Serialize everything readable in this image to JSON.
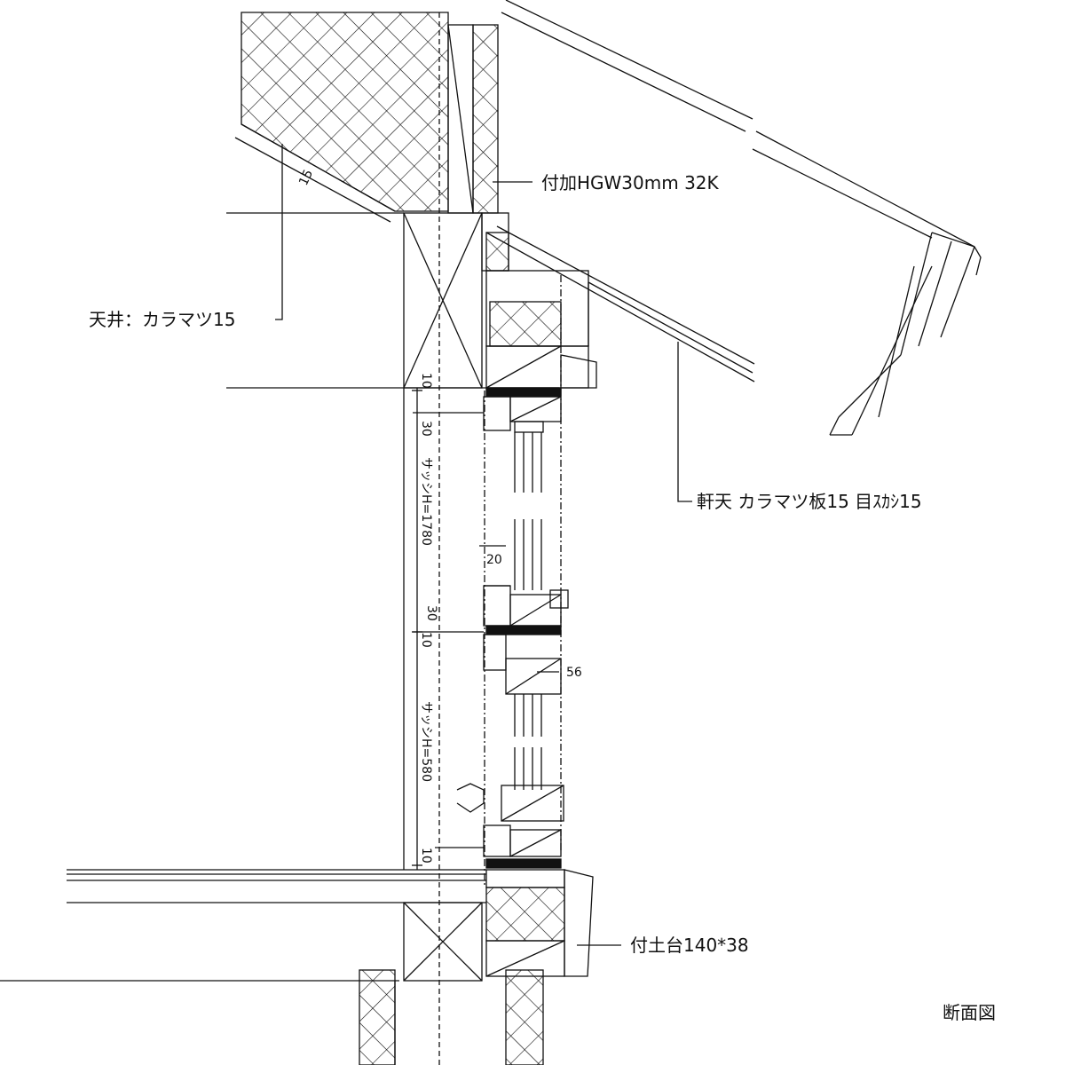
{
  "title": "断面図",
  "labels": {
    "insulation": "付加HGW30mm 32K",
    "ceiling": "天井：カラマツ15",
    "soffit": "軒天 カラマツ板15 目ｽｶｼ15",
    "sill": "付土台140*38"
  },
  "dimensions": {
    "slope_15": "15",
    "top_gap": "10",
    "top_frame": "30",
    "sash_upper": "サッシH=1780",
    "mullion_frame": "30",
    "mullion_gap": "10",
    "sash_lower": "サッシH=580",
    "bottom_gap": "10",
    "frame_20": "20",
    "frame_56": "56"
  },
  "colors": {
    "line": "#111111",
    "background": "#ffffff"
  }
}
